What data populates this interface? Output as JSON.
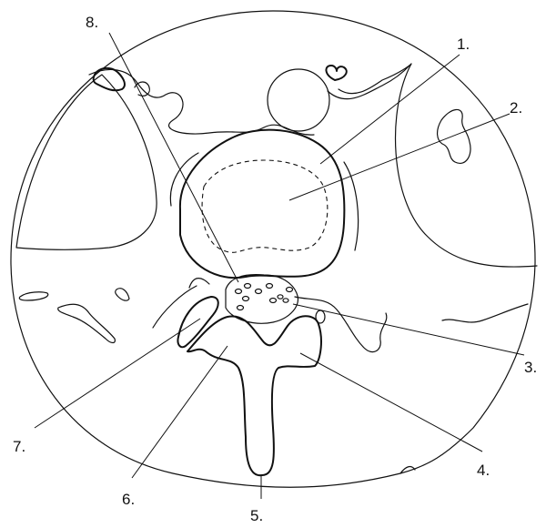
{
  "labels": {
    "l1": "1.",
    "l2": "2.",
    "l3": "3.",
    "l4": "4.",
    "l5": "5.",
    "l6": "6.",
    "l7": "7.",
    "l8": "8."
  }
}
